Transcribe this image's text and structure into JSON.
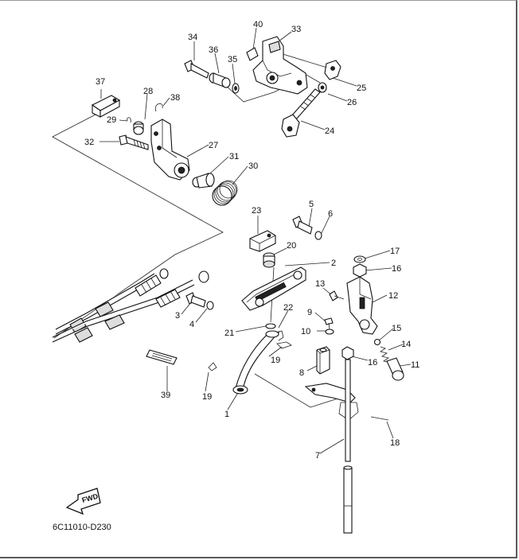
{
  "diagram": {
    "code": "6C11010-D230",
    "fwd_label": "FWD",
    "callouts": [
      {
        "id": "1",
        "text": "1"
      },
      {
        "id": "2",
        "text": "2"
      },
      {
        "id": "3",
        "text": "3"
      },
      {
        "id": "4",
        "text": "4"
      },
      {
        "id": "5",
        "text": "5"
      },
      {
        "id": "6",
        "text": "6"
      },
      {
        "id": "7",
        "text": "7"
      },
      {
        "id": "8",
        "text": "8"
      },
      {
        "id": "9",
        "text": "9"
      },
      {
        "id": "10",
        "text": "10"
      },
      {
        "id": "11",
        "text": "11"
      },
      {
        "id": "12",
        "text": "12"
      },
      {
        "id": "13",
        "text": "13"
      },
      {
        "id": "14",
        "text": "14"
      },
      {
        "id": "15",
        "text": "15"
      },
      {
        "id": "16a",
        "text": "16"
      },
      {
        "id": "16b",
        "text": "16"
      },
      {
        "id": "17",
        "text": "17"
      },
      {
        "id": "18",
        "text": "18"
      },
      {
        "id": "19a",
        "text": "19"
      },
      {
        "id": "19b",
        "text": "19"
      },
      {
        "id": "20",
        "text": "20"
      },
      {
        "id": "21",
        "text": "21"
      },
      {
        "id": "22",
        "text": "22"
      },
      {
        "id": "23",
        "text": "23"
      },
      {
        "id": "24",
        "text": "24"
      },
      {
        "id": "25",
        "text": "25"
      },
      {
        "id": "26",
        "text": "26"
      },
      {
        "id": "27",
        "text": "27"
      },
      {
        "id": "28",
        "text": "28"
      },
      {
        "id": "29",
        "text": "29"
      },
      {
        "id": "30",
        "text": "30"
      },
      {
        "id": "31",
        "text": "31"
      },
      {
        "id": "32",
        "text": "32"
      },
      {
        "id": "33",
        "text": "33"
      },
      {
        "id": "34",
        "text": "34"
      },
      {
        "id": "35",
        "text": "35"
      },
      {
        "id": "36",
        "text": "36"
      },
      {
        "id": "37",
        "text": "37"
      },
      {
        "id": "38",
        "text": "38"
      },
      {
        "id": "39",
        "text": "39"
      },
      {
        "id": "40",
        "text": "40"
      }
    ]
  }
}
